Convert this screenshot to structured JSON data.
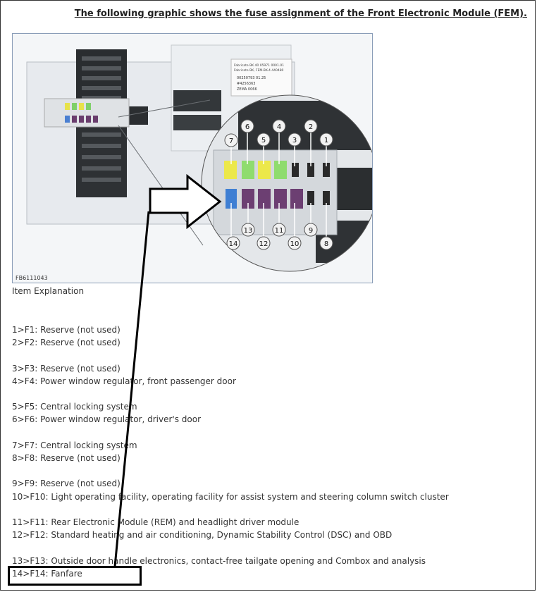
{
  "heading": "The following graphic shows the fuse assignment of the Front Electronic Module (FEM).",
  "figure": {
    "code": "FB6111043",
    "callouts_top": [
      "7",
      "6",
      "5",
      "4",
      "3",
      "2",
      "1"
    ],
    "callouts_bottom": [
      "14",
      "13",
      "12",
      "11",
      "10",
      "9",
      "8"
    ],
    "label_lines": [
      "Fabricate BK 40 05971 0001.01",
      "Fabricate BK, FEM-BK-4 440480",
      "00250793 01.25",
      "#4256363",
      "ZEMA 0066"
    ]
  },
  "item_explanation": "Item Explanation",
  "items": [
    "1>F1: Reserve (not used)",
    "2>F2: Reserve (not used)",
    "3>F3: Reserve (not used)",
    "4>F4: Power window regulator, front passenger door",
    "5>F5: Central locking system",
    "6>F6: Power window regulator, driver's door",
    "7>F7: Central locking system",
    "8>F8: Reserve (not used)",
    "9>F9: Reserve (not used)",
    "10>F10: Light operating facility, operating facility for assist system and steering column switch cluster",
    "11>F11: Rear Electronic Module (REM) and headlight driver module",
    "12>F12: Standard heating and air conditioning, Dynamic Stability Control (DSC) and OBD",
    "13>F13: Outside door handle electronics, contact-free tailgate opening and Combox and analysis",
    "14>F14: Fanfare"
  ]
}
